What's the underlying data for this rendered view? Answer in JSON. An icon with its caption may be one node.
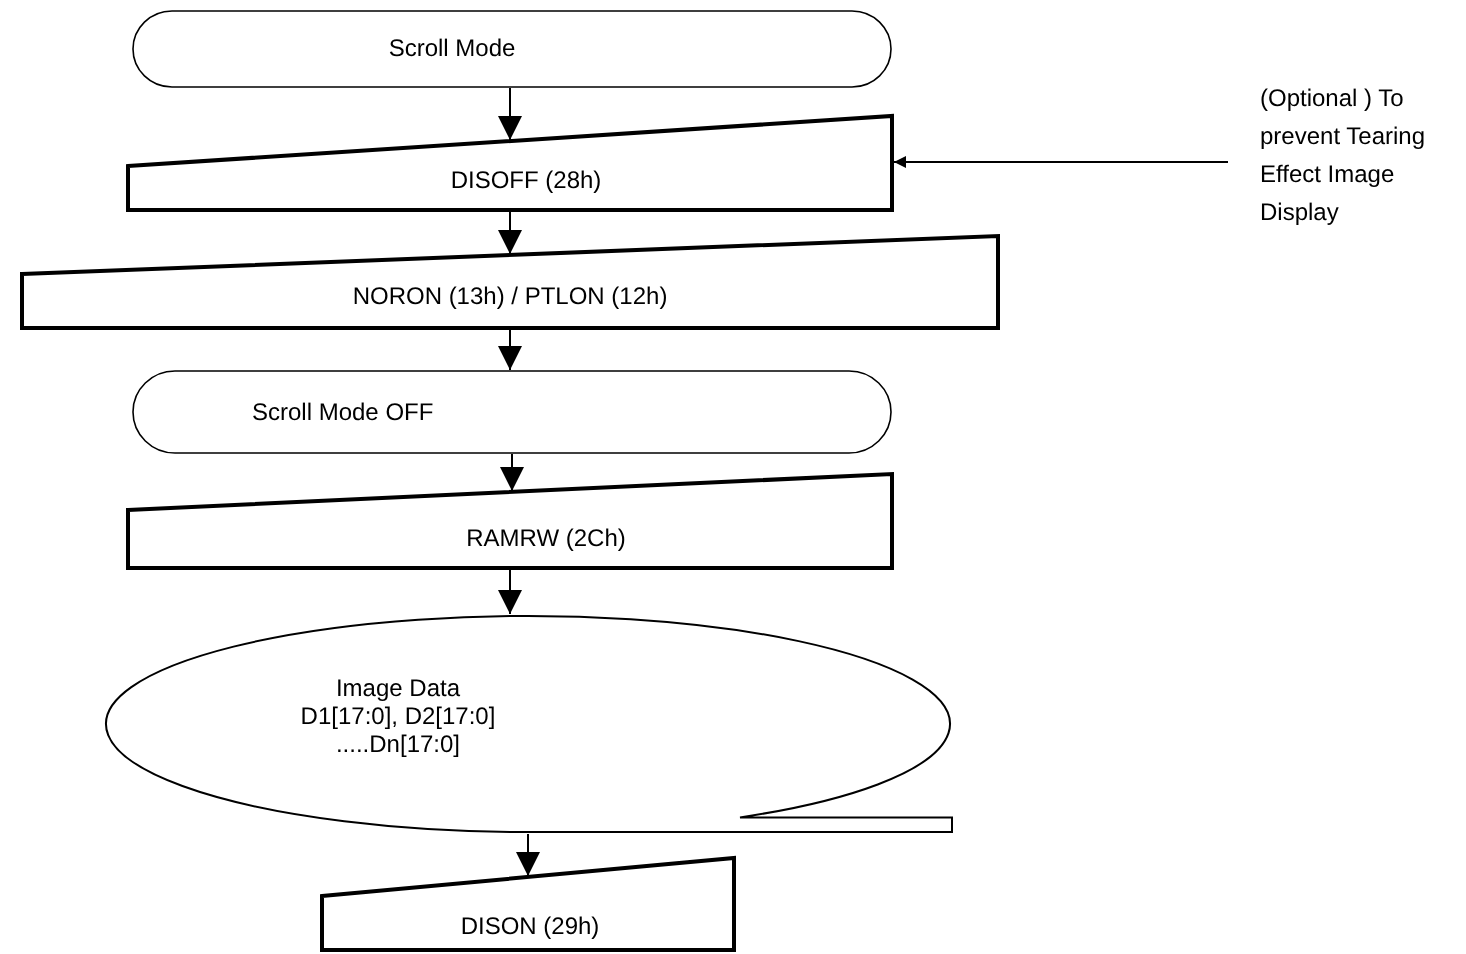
{
  "diagram": {
    "nodes": [
      {
        "text": [
          "Scroll Mode"
        ]
      },
      {
        "text": [
          "DISOFF (28h)"
        ]
      },
      {
        "text": [
          "NORON (13h) / PTLON (12h)"
        ]
      },
      {
        "text": [
          "Scroll Mode OFF"
        ]
      },
      {
        "text": [
          "RAMRW (2Ch)"
        ]
      },
      {
        "text": [
          "Image Data D1[17:0], D2[17:0] .....Dn[17:0]"
        ]
      },
      {
        "text": [
          "DISON (29h)"
        ]
      },
      {
        "text": [
          "(Optional ) To prevent Tearing Effect Image Display"
        ]
      }
    ],
    "edges": [
      {
        "from": 0,
        "to": 1,
        "arrow": "to"
      },
      {
        "from": 1,
        "to": 2,
        "arrow": "to"
      },
      {
        "from": 2,
        "to": 3,
        "arrow": "to"
      },
      {
        "from": 3,
        "to": 4,
        "arrow": "to"
      },
      {
        "from": 4,
        "to": 5,
        "arrow": "to"
      },
      {
        "from": 5,
        "to": 6,
        "arrow": "to"
      },
      {
        "from": 7,
        "to": 1,
        "arrow": "to"
      }
    ]
  }
}
